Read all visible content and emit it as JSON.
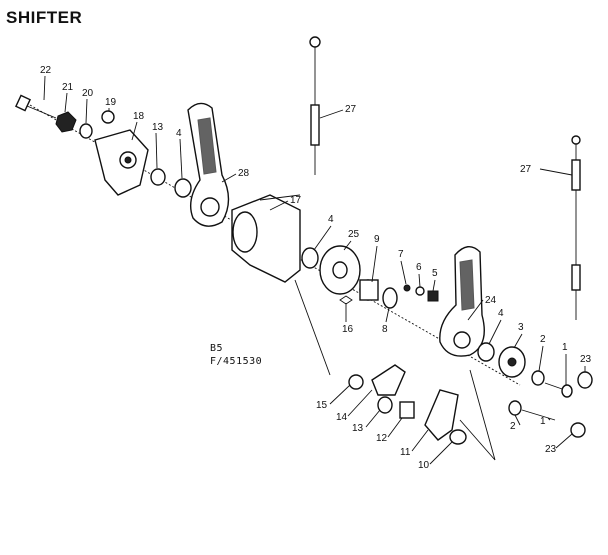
{
  "diagram": {
    "title": "SHIFTER",
    "code_line1": "B5",
    "code_line2": "F/451530",
    "callouts": [
      "22",
      "21",
      "20",
      "19",
      "18",
      "13",
      "4",
      "28",
      "17",
      "27",
      "4",
      "25",
      "9",
      "7",
      "6",
      "5",
      "16",
      "8",
      "24",
      "4",
      "3",
      "2",
      "1",
      "23",
      "27",
      "15",
      "14",
      "13",
      "12",
      "11",
      "10",
      "2",
      "1",
      "23"
    ]
  }
}
